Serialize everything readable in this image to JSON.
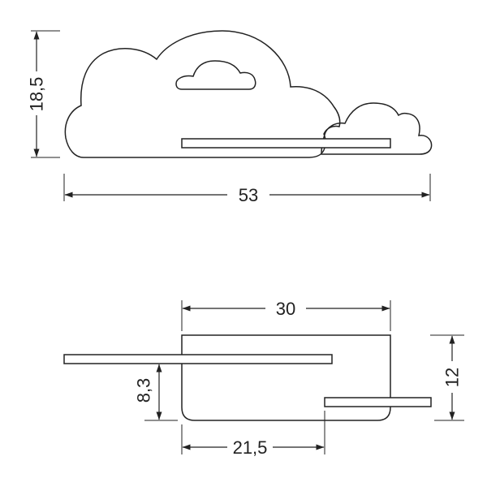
{
  "colors": {
    "stroke": "#222222",
    "background": "#ffffff"
  },
  "front_view": {
    "height_label": "18,5",
    "width_label": "53"
  },
  "top_view": {
    "width_label": "30",
    "depth_label": "12",
    "shelf_offset_label": "8,3",
    "bottom_width_label": "21,5"
  }
}
